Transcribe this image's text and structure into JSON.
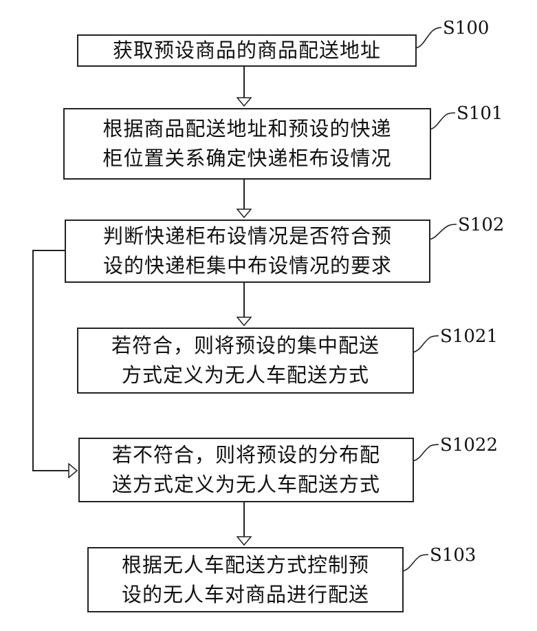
{
  "steps": [
    {
      "id": "S100",
      "text": "获取预设商品的商品配送地址"
    },
    {
      "id": "S101",
      "text": "根据商品配送地址和预设的快递\n柜位置关系确定快递柜布设情况"
    },
    {
      "id": "S102",
      "text": "判断快递柜布设情况是否符合预\n设的快递柜集中布设情况的要求"
    },
    {
      "id": "S1021",
      "text": "若符合，则将预设的集中配送\n方式定义为无人车配送方式"
    },
    {
      "id": "S1022",
      "text": "若不符合，则将预设的分布配\n送方式定义为无人车配送方式"
    },
    {
      "id": "S103",
      "text": "根据无人车配送方式控制预\n设的无人车对商品进行配送"
    }
  ],
  "colors": {
    "line": "#222222",
    "background": "#ffffff"
  }
}
